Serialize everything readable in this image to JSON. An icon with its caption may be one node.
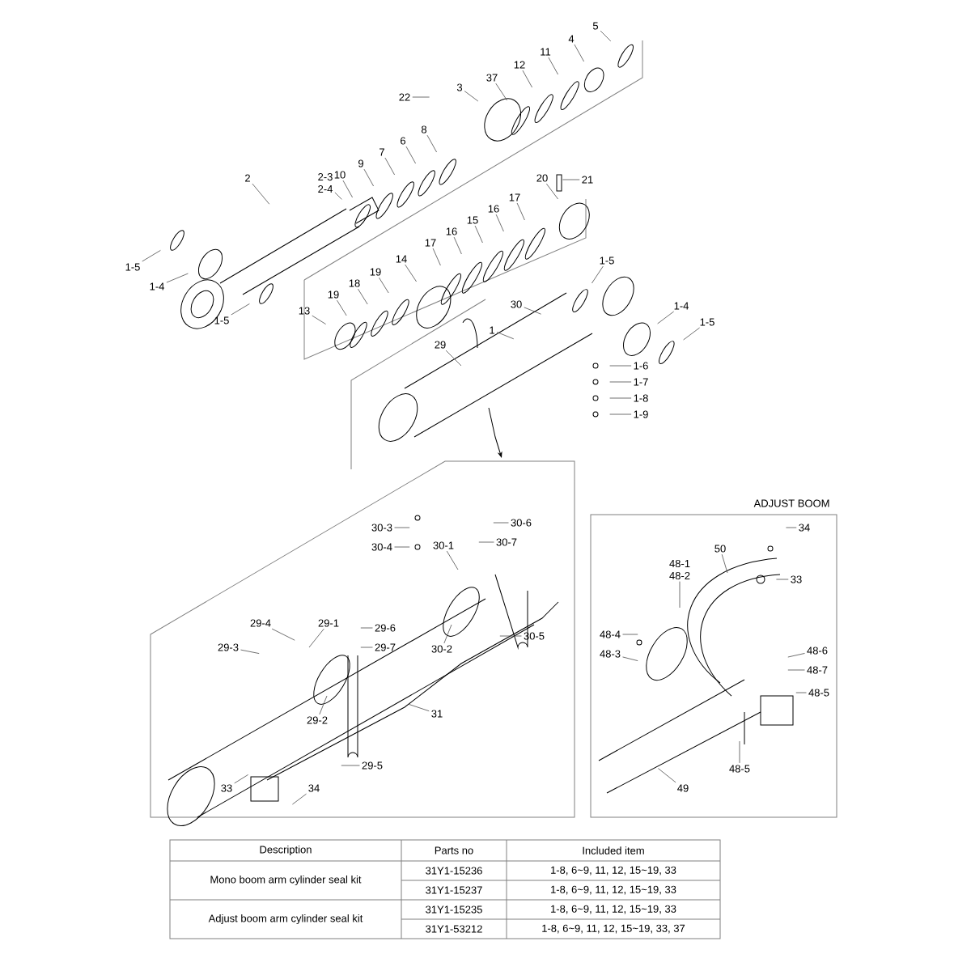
{
  "diagram": {
    "nodes": [
      {
        "text": [
          "2"
        ]
      },
      {
        "text": [
          "2-3",
          "2-4"
        ]
      },
      {
        "text": [
          "10"
        ]
      },
      {
        "text": [
          "9"
        ]
      },
      {
        "text": [
          "7"
        ]
      },
      {
        "text": [
          "6"
        ]
      },
      {
        "text": [
          "8"
        ]
      },
      {
        "text": [
          "22"
        ]
      },
      {
        "text": [
          "3"
        ]
      },
      {
        "text": [
          "37"
        ]
      },
      {
        "text": [
          "12"
        ]
      },
      {
        "text": [
          "11"
        ]
      },
      {
        "text": [
          "4"
        ]
      },
      {
        "text": [
          "5"
        ]
      },
      {
        "text": [
          "21"
        ]
      },
      {
        "text": [
          "20"
        ]
      },
      {
        "text": [
          "17"
        ]
      },
      {
        "text": [
          "16"
        ]
      },
      {
        "text": [
          "15"
        ]
      },
      {
        "text": [
          "16"
        ]
      },
      {
        "text": [
          "17"
        ]
      },
      {
        "text": [
          "14"
        ]
      },
      {
        "text": [
          "19"
        ]
      },
      {
        "text": [
          "18"
        ]
      },
      {
        "text": [
          "19"
        ]
      },
      {
        "text": [
          "13"
        ]
      },
      {
        "text": [
          "1-5"
        ]
      },
      {
        "text": [
          "1-4"
        ]
      },
      {
        "text": [
          "1-5"
        ]
      },
      {
        "text": [
          "29"
        ]
      },
      {
        "text": [
          "1"
        ]
      },
      {
        "text": [
          "30"
        ]
      },
      {
        "text": [
          "1-5"
        ]
      },
      {
        "text": [
          "1-4"
        ]
      },
      {
        "text": [
          "1-5"
        ]
      },
      {
        "text": [
          "1-6"
        ]
      },
      {
        "text": [
          "1-7"
        ]
      },
      {
        "text": [
          "1-8"
        ]
      },
      {
        "text": [
          "1-9"
        ]
      },
      {
        "text": [
          "30-3"
        ]
      },
      {
        "text": [
          "30-4"
        ]
      },
      {
        "text": [
          "30-6"
        ]
      },
      {
        "text": [
          "30-1"
        ]
      },
      {
        "text": [
          "30-7"
        ]
      },
      {
        "text": [
          "29-4"
        ]
      },
      {
        "text": [
          "29-3"
        ]
      },
      {
        "text": [
          "29-1"
        ]
      },
      {
        "text": [
          "29-6"
        ]
      },
      {
        "text": [
          "29-7"
        ]
      },
      {
        "text": [
          "30-2"
        ]
      },
      {
        "text": [
          "30-5"
        ]
      },
      {
        "text": [
          "31"
        ]
      },
      {
        "text": [
          "29-2"
        ]
      },
      {
        "text": [
          "29-5"
        ]
      },
      {
        "text": [
          "33"
        ]
      },
      {
        "text": [
          "34"
        ]
      },
      {
        "text": [
          "34"
        ]
      },
      {
        "text": [
          "50"
        ]
      },
      {
        "text": [
          "48-1",
          "48-2"
        ]
      },
      {
        "text": [
          "33"
        ]
      },
      {
        "text": [
          "48-4"
        ]
      },
      {
        "text": [
          "48-3"
        ]
      },
      {
        "text": [
          "48-6"
        ]
      },
      {
        "text": [
          "48-7"
        ]
      },
      {
        "text": [
          "48-5"
        ]
      },
      {
        "text": [
          "48-5"
        ]
      },
      {
        "text": [
          "49"
        ]
      }
    ],
    "edges": [
      {
        "from": 0,
        "to": null,
        "arrow": "none"
      },
      {
        "from": 1,
        "to": null,
        "arrow": "none"
      },
      {
        "from": 2,
        "to": null,
        "arrow": "none"
      },
      {
        "from": 3,
        "to": null,
        "arrow": "none"
      },
      {
        "from": 4,
        "to": null,
        "arrow": "none"
      },
      {
        "from": 5,
        "to": null,
        "arrow": "none"
      },
      {
        "from": 6,
        "to": null,
        "arrow": "none"
      },
      {
        "from": 7,
        "to": null,
        "arrow": "none"
      },
      {
        "from": 8,
        "to": null,
        "arrow": "none"
      },
      {
        "from": 9,
        "to": null,
        "arrow": "none"
      },
      {
        "from": 10,
        "to": null,
        "arrow": "none"
      },
      {
        "from": 11,
        "to": null,
        "arrow": "none"
      },
      {
        "from": 12,
        "to": null,
        "arrow": "none"
      },
      {
        "from": 13,
        "to": null,
        "arrow": "none"
      },
      {
        "from": 14,
        "to": null,
        "arrow": "none"
      },
      {
        "from": 15,
        "to": null,
        "arrow": "none"
      },
      {
        "from": 16,
        "to": null,
        "arrow": "none"
      },
      {
        "from": 17,
        "to": null,
        "arrow": "none"
      },
      {
        "from": 18,
        "to": null,
        "arrow": "none"
      },
      {
        "from": 19,
        "to": null,
        "arrow": "none"
      },
      {
        "from": 20,
        "to": null,
        "arrow": "none"
      },
      {
        "from": 21,
        "to": null,
        "arrow": "none"
      },
      {
        "from": 22,
        "to": null,
        "arrow": "none"
      },
      {
        "from": 23,
        "to": null,
        "arrow": "none"
      },
      {
        "from": 24,
        "to": null,
        "arrow": "none"
      },
      {
        "from": 25,
        "to": null,
        "arrow": "none"
      },
      {
        "from": 26,
        "to": null,
        "arrow": "none"
      },
      {
        "from": 27,
        "to": null,
        "arrow": "none"
      },
      {
        "from": 28,
        "to": null,
        "arrow": "none"
      },
      {
        "from": 29,
        "to": null,
        "arrow": "none"
      },
      {
        "from": 30,
        "to": null,
        "arrow": "none"
      },
      {
        "from": 31,
        "to": null,
        "arrow": "none"
      },
      {
        "from": 32,
        "to": null,
        "arrow": "none"
      },
      {
        "from": 33,
        "to": null,
        "arrow": "none"
      },
      {
        "from": 34,
        "to": null,
        "arrow": "none"
      },
      {
        "from": 35,
        "to": null,
        "arrow": "none"
      },
      {
        "from": 36,
        "to": null,
        "arrow": "none"
      },
      {
        "from": 37,
        "to": null,
        "arrow": "none"
      },
      {
        "from": 38,
        "to": null,
        "arrow": "none"
      },
      {
        "from": 39,
        "to": null,
        "arrow": "none"
      },
      {
        "from": 40,
        "to": null,
        "arrow": "none"
      },
      {
        "from": 41,
        "to": null,
        "arrow": "none"
      },
      {
        "from": 42,
        "to": null,
        "arrow": "none"
      },
      {
        "from": 43,
        "to": null,
        "arrow": "none"
      },
      {
        "from": 44,
        "to": null,
        "arrow": "none"
      },
      {
        "from": 45,
        "to": null,
        "arrow": "none"
      },
      {
        "from": 46,
        "to": null,
        "arrow": "none"
      },
      {
        "from": 47,
        "to": null,
        "arrow": "none"
      },
      {
        "from": 48,
        "to": null,
        "arrow": "none"
      },
      {
        "from": 49,
        "to": null,
        "arrow": "none"
      },
      {
        "from": 50,
        "to": null,
        "arrow": "none"
      },
      {
        "from": 51,
        "to": null,
        "arrow": "none"
      },
      {
        "from": 52,
        "to": null,
        "arrow": "none"
      },
      {
        "from": 53,
        "to": null,
        "arrow": "none"
      },
      {
        "from": 54,
        "to": null,
        "arrow": "none"
      },
      {
        "from": 55,
        "to": null,
        "arrow": "none"
      },
      {
        "from": 56,
        "to": null,
        "arrow": "none"
      },
      {
        "from": 57,
        "to": null,
        "arrow": "none"
      },
      {
        "from": 58,
        "to": null,
        "arrow": "none"
      },
      {
        "from": 59,
        "to": null,
        "arrow": "none"
      },
      {
        "from": 60,
        "to": null,
        "arrow": "none"
      },
      {
        "from": 61,
        "to": null,
        "arrow": "none"
      },
      {
        "from": 62,
        "to": null,
        "arrow": "none"
      },
      {
        "from": 63,
        "to": null,
        "arrow": "none"
      },
      {
        "from": 64,
        "to": null,
        "arrow": "none"
      },
      {
        "from": 65,
        "to": null,
        "arrow": "none"
      },
      {
        "from": 66,
        "to": null,
        "arrow": "none"
      }
    ],
    "labels": [
      "ADJUST BOOM",
      "Description",
      "Parts no",
      "Included item",
      "Mono boom arm cylinder seal kit",
      "31Y1-15236",
      "1-8, 6~9, 11, 12, 15~19, 33",
      "31Y1-15237",
      "1-8, 6~9, 11, 12, 15~19, 33",
      "Adjust boom arm cylinder seal kit",
      "31Y1-15235",
      "1-8, 6~9, 11, 12, 15~19, 33",
      "31Y1-53212",
      "1-8, 6~9, 11, 12, 15~19, 33, 37"
    ]
  }
}
